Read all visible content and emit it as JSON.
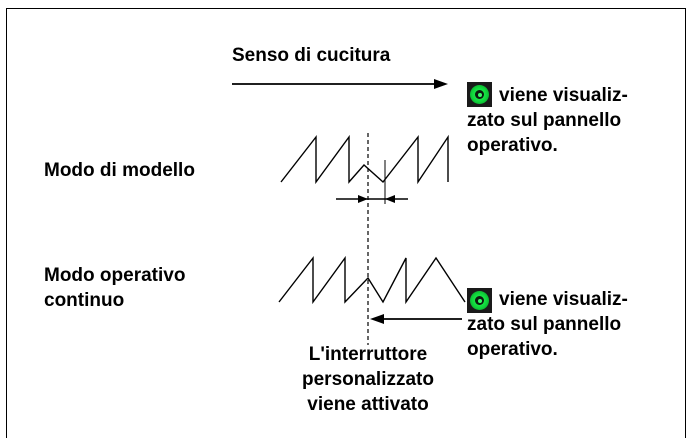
{
  "labels": {
    "sewing_direction": "Senso di cucitura",
    "pattern_mode": "Modo di modello",
    "continuous_mode_line1": "Modo operativo",
    "continuous_mode_line2": "continuo",
    "switch_line1": "L'interruttore",
    "switch_line2": "personalizzato",
    "switch_line3": "viene attivato"
  },
  "notes": {
    "top": {
      "line1": "viene visualiz-",
      "line2": "zato sul pannello",
      "line3": "operativo."
    },
    "bottom": {
      "line1": "viene visualiz-",
      "line2": "zato sul pannello",
      "line3": "operativo."
    }
  },
  "icons": {
    "top": "green-led-icon",
    "bottom": "green-led-icon"
  },
  "colors": {
    "led": "#12e040"
  }
}
